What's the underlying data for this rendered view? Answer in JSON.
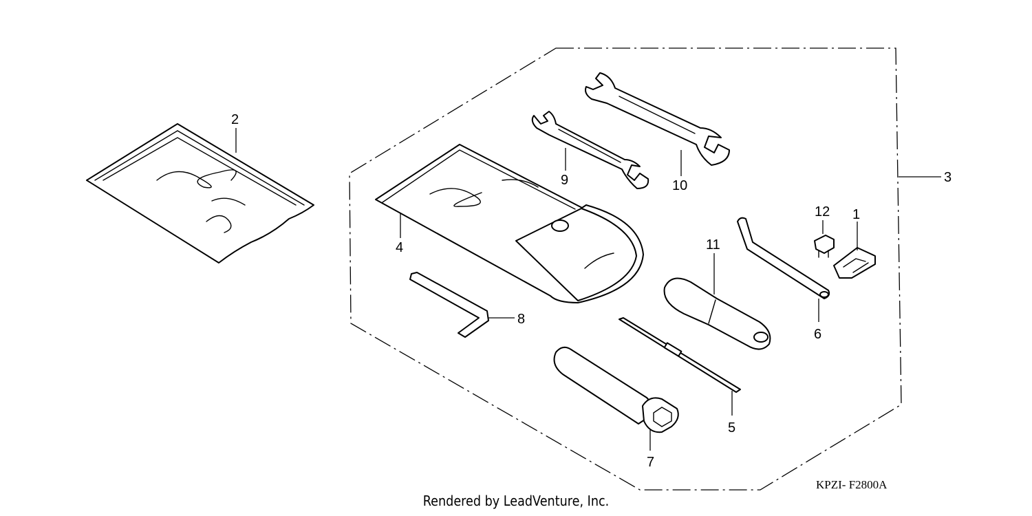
{
  "diagram": {
    "code": "KPZI- F2800A",
    "footer": "Rendered by LeadVenture, Inc."
  },
  "callouts": [
    "1",
    "2",
    "3",
    "4",
    "5",
    "6",
    "7",
    "8",
    "9",
    "10",
    "11",
    "12"
  ]
}
